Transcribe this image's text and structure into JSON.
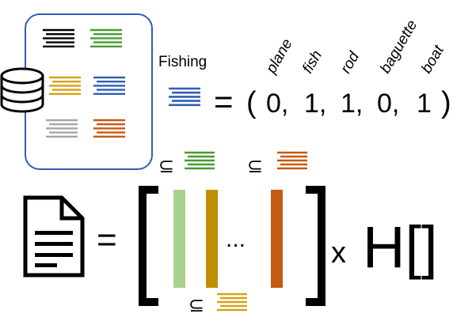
{
  "colors": {
    "black": "#000000",
    "green": "#4a9a2f",
    "yellow": "#d6a117",
    "blue": "#2f5fb3",
    "gray": "#a6a6a6",
    "orange": "#c55a11",
    "light_green": "#a9d18e",
    "dark_yellow": "#bf9000",
    "box_border": "#2f5fb3"
  },
  "vocab_box": {
    "icon": "database-icon",
    "doc_colors": [
      "black",
      "green",
      "yellow",
      "blue",
      "gray",
      "orange"
    ]
  },
  "topic": {
    "label": "Fishing",
    "color": "blue"
  },
  "vector": {
    "words": [
      "plane",
      "fish",
      "rod",
      "baguette",
      "boat"
    ],
    "open_paren": "(",
    "close_paren": ")",
    "values": [
      "0,",
      "1,",
      "1,",
      "0,",
      "1"
    ],
    "equals": "="
  },
  "equation": {
    "document_icon": "document-icon",
    "equals": "=",
    "ellipsis": "...",
    "multiply": "x",
    "entropy": "H[]",
    "subset_symbol": "⊆",
    "columns": [
      "light_green",
      "dark_yellow",
      "orange"
    ],
    "subset_annotations": [
      {
        "symbol": "⊆",
        "color": "green"
      },
      {
        "symbol": "⊆",
        "color": "orange"
      },
      {
        "symbol": "⊆",
        "color": "yellow"
      }
    ]
  }
}
